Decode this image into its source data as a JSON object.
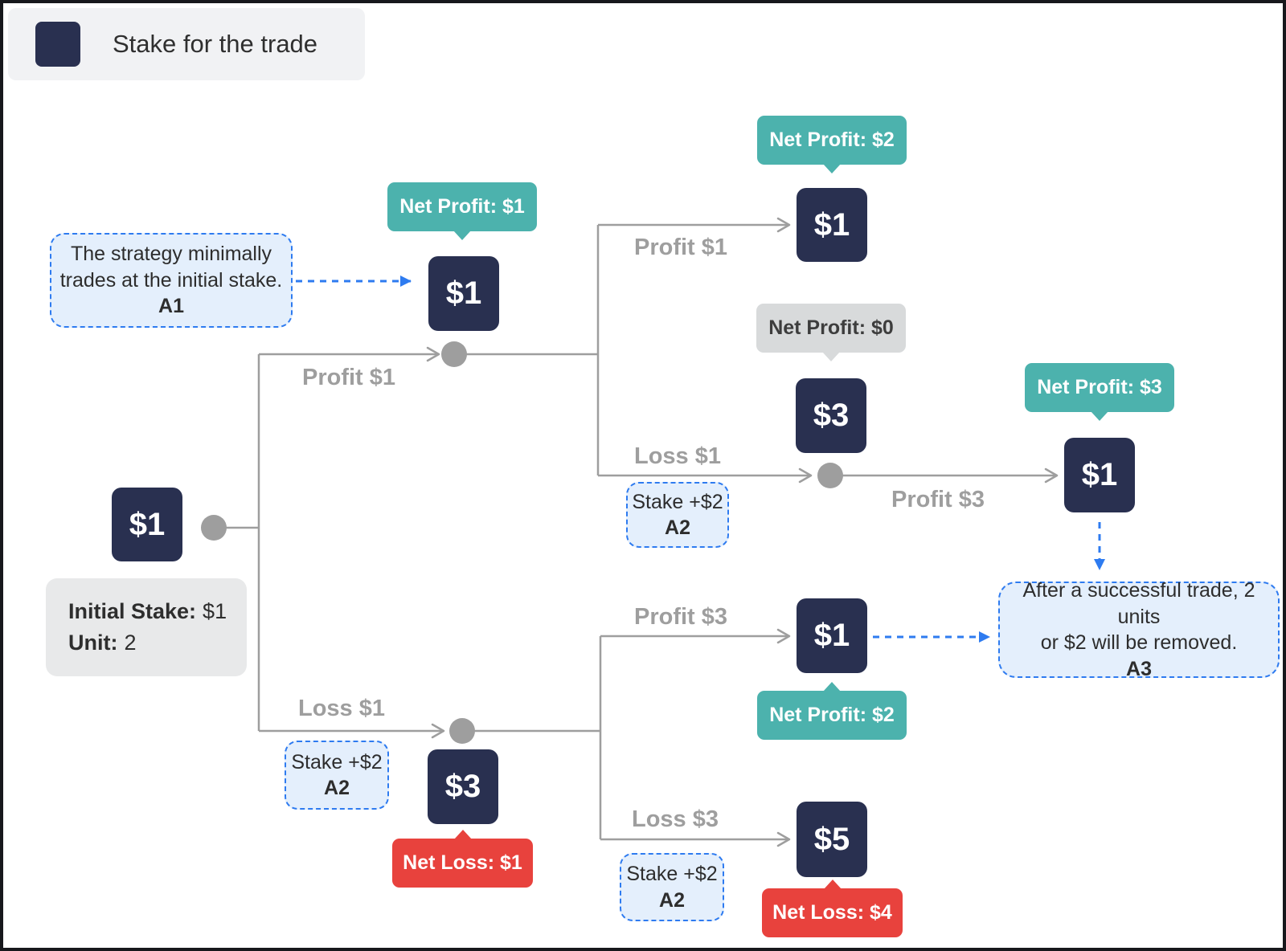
{
  "legend": {
    "label": "Stake for the trade",
    "swatch_color": "#293050"
  },
  "info_box": {
    "stake_label": "Initial Stake:",
    "stake_value": "$1",
    "unit_label": "Unit:",
    "unit_value": "2"
  },
  "nodes": {
    "root": "$1",
    "first_trade": "$1",
    "win_win": "$1",
    "win_loss": "$3",
    "win_loss_win": "$1",
    "loss": "$3",
    "loss_win": "$1",
    "loss_loss": "$5"
  },
  "badges": {
    "first_trade": "Net Profit: $1",
    "win_win": "Net Profit: $2",
    "win_loss": "Net Profit: $0",
    "win_loss_win": "Net Profit: $3",
    "loss_win": "Net Profit: $2",
    "loss": "Net Loss: $1",
    "loss_loss": "Net Loss: $4"
  },
  "edges": {
    "profit1_root": "Profit $1",
    "profit1_upper": "Profit $1",
    "loss1_upper": "Loss $1",
    "profit3_upper": "Profit $3",
    "loss1_root": "Loss $1",
    "profit3_lower": "Profit $3",
    "loss3_lower": "Loss $3"
  },
  "annotations": {
    "a1": {
      "line1": "The strategy minimally",
      "line2": "trades at the initial stake.",
      "tag": "A1"
    },
    "a2": {
      "text": "Stake +$2",
      "tag": "A2"
    },
    "a3": {
      "line1": "After a successful trade, 2 units",
      "line2": "or $2 will be removed.",
      "tag": "A3"
    }
  },
  "colors": {
    "node_navy": "#293050",
    "teal": "#4cb2ad",
    "red": "#e8423d",
    "badge_gray": "#d8dadb",
    "connector_gray": "#9e9e9e",
    "annotation_blue": "#2e7bf0",
    "annotation_fill": "#e4effc",
    "legend_fill": "#f1f2f4",
    "info_fill": "#e8e9ea"
  }
}
